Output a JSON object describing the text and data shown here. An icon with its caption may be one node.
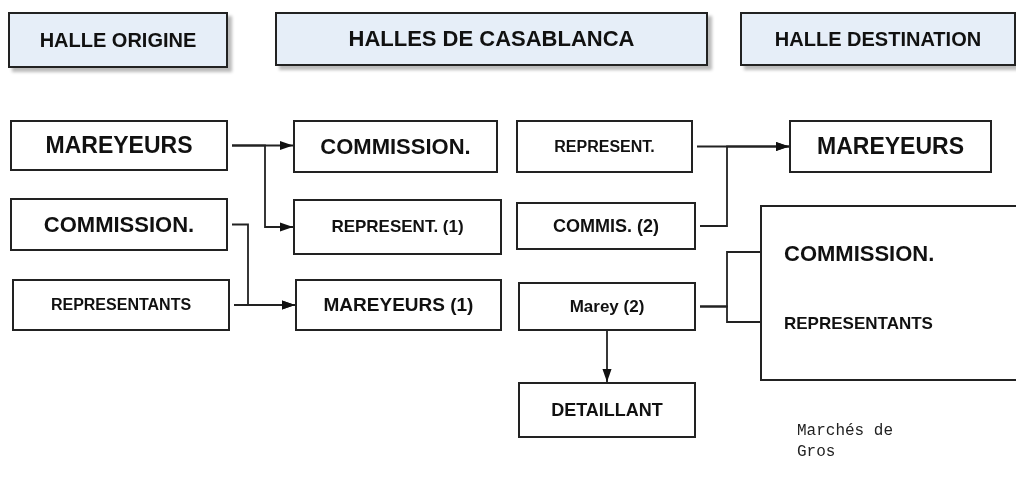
{
  "diagram": {
    "nodes": [
      {
        "text": [
          "HALLE ORIGINE"
        ]
      },
      {
        "text": [
          "HALLES DE CASABLANCA"
        ]
      },
      {
        "text": [
          "HALLE DESTINATION"
        ]
      },
      {
        "text": [
          "MAREYEURS"
        ]
      },
      {
        "text": [
          "COMMISSION."
        ]
      },
      {
        "text": [
          "REPRESENTANTS"
        ]
      },
      {
        "text": [
          "COMMISSION."
        ]
      },
      {
        "text": [
          "REPRESENT. (1)"
        ]
      },
      {
        "text": [
          "MAREYEURS (1)"
        ]
      },
      {
        "text": [
          "REPRESENT."
        ]
      },
      {
        "text": [
          "COMMIS. (2)"
        ]
      },
      {
        "text": [
          "Marey (2)"
        ]
      },
      {
        "text": [
          "DETAILLANT"
        ]
      },
      {
        "text": [
          "MAREYEURS"
        ]
      },
      {
        "text": [],
        "shape": "box",
        "beside": [
          "Marchés de Gros"
        ]
      },
      {
        "text": [
          "COMMISSION."
        ],
        "in": 14
      },
      {
        "text": [
          "REPRESENTANTS"
        ],
        "in": 14
      }
    ],
    "edges": [
      {
        "from": 3,
        "to": 6,
        "arrow": "to"
      },
      {
        "from": 3,
        "to": 7,
        "arrow": "to"
      },
      {
        "from": 4,
        "to": 8,
        "arrow": "to"
      },
      {
        "from": 5,
        "to": 8,
        "arrow": "to"
      },
      {
        "from": 9,
        "to": 13,
        "arrow": "to"
      },
      {
        "from": 10,
        "to": 13,
        "arrow": "to"
      },
      {
        "from": 11,
        "to": 15,
        "arrow": "to"
      },
      {
        "from": 11,
        "to": 16,
        "arrow": "to"
      },
      {
        "from": 11,
        "to": 12,
        "arrow": "to"
      }
    ]
  }
}
